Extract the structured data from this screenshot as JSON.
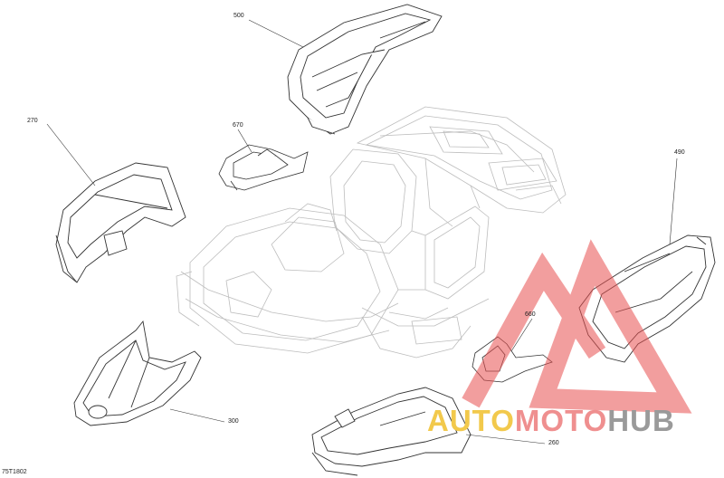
{
  "callouts": {
    "c500": "500",
    "c270": "270",
    "c670": "670",
    "c490": "490",
    "c660": "660",
    "c300": "300",
    "c260": "260"
  },
  "reference_code": "75T1802",
  "watermark": {
    "part1": "AUTO",
    "part2": "MOTO",
    "part3": "HUB"
  },
  "colors": {
    "line": "#333333",
    "frame": "#bbbbbb",
    "watermark_red": "#e85050",
    "watermark_yellow": "#f2c94c",
    "watermark_gray": "#9a9a9a"
  }
}
